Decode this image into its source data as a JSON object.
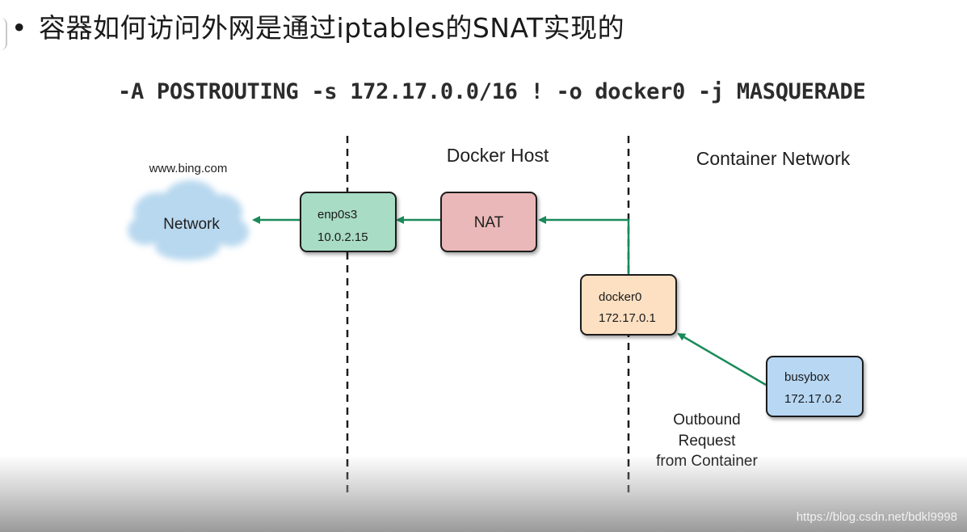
{
  "slide": {
    "bullet": "•",
    "title": "容器如何访问外网是通过iptables的SNAT实现的",
    "command": "-A POSTROUTING -s 172.17.0.0/16 ! -o docker0 -j MASQUERADE"
  },
  "diagram": {
    "zones": {
      "docker_host": "Docker Host",
      "container_network": "Container Network"
    },
    "internet": {
      "site": "www.bing.com",
      "cloud_label": "Network"
    },
    "nodes": {
      "enp0s3": {
        "name": "enp0s3",
        "ip": "10.0.2.15",
        "color": "#a8dcc4"
      },
      "nat": {
        "name": "NAT",
        "color": "#eab8b8"
      },
      "docker0": {
        "name": "docker0",
        "ip": "172.17.0.1",
        "color": "#fde0c2"
      },
      "busybox": {
        "name": "busybox",
        "ip": "172.17.0.2",
        "color": "#b7d7f3"
      }
    },
    "annotation": {
      "line1": "Outbound",
      "line2": "Request",
      "line3": "from Container"
    },
    "arrow_color": "#1a8a5a"
  },
  "watermark": "https://blog.csdn.net/bdkl9998"
}
